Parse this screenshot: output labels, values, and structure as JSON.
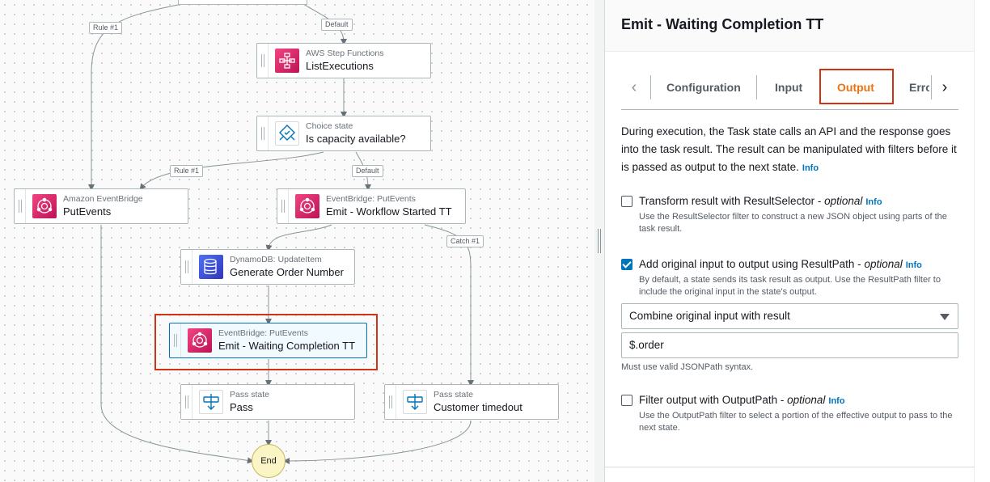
{
  "canvas": {
    "edge_labels": {
      "rule1_top": "Rule #1",
      "default_top": "Default",
      "rule1_mid": "Rule #1",
      "default_mid": "Default",
      "catch1": "Catch #1"
    },
    "nodes": {
      "list_executions": {
        "kind": "AWS Step Functions",
        "name": "ListExecutions",
        "icon": "step-functions-icon"
      },
      "choice": {
        "kind": "Choice state",
        "name": "Is capacity available?",
        "icon": "choice-icon"
      },
      "put_events": {
        "kind": "Amazon EventBridge",
        "name": "PutEvents",
        "icon": "eventbridge-icon"
      },
      "workflow_started": {
        "kind": "EventBridge: PutEvents",
        "name": "Emit - Workflow Started TT",
        "icon": "eventbridge-icon"
      },
      "generate_order": {
        "kind": "DynamoDB: UpdateItem",
        "name": "Generate Order Number",
        "icon": "dynamodb-icon"
      },
      "waiting_completion": {
        "kind": "EventBridge: PutEvents",
        "name": "Emit - Waiting Completion TT",
        "icon": "eventbridge-icon"
      },
      "pass": {
        "kind": "Pass state",
        "name": "Pass",
        "icon": "pass-icon"
      },
      "customer_timedout": {
        "kind": "Pass state",
        "name": "Customer timedout",
        "icon": "pass-icon"
      }
    },
    "end_label": "End"
  },
  "panel": {
    "title": "Emit - Waiting Completion TT",
    "tabs": [
      {
        "label": "Configuration"
      },
      {
        "label": "Input"
      },
      {
        "label": "Output",
        "active": true
      },
      {
        "label": "Erro"
      }
    ],
    "intro": "During execution, the Task state calls an API and the response goes into the task result. The result can be manipulated with filters before it is passed as output to the next state.",
    "info": "Info",
    "options": {
      "result_selector": {
        "label": "Transform result with ResultSelector - ",
        "optional": "optional",
        "checked": false,
        "desc": "Use the ResultSelector filter to construct a new JSON object using parts of the task result."
      },
      "result_path": {
        "label": "Add original input to output using ResultPath - ",
        "optional": "optional",
        "checked": true,
        "desc": "By default, a state sends its task result as output. Use the ResultPath filter to include the original input in the state's output."
      },
      "output_path": {
        "label": "Filter output with OutputPath - ",
        "optional": "optional",
        "checked": false,
        "desc": "Use the OutputPath filter to select a portion of the effective output to pass to the next state."
      }
    },
    "result_path_select": "Combine original input with result",
    "result_path_value": "$.order",
    "result_path_hint": "Must use valid JSONPath syntax."
  },
  "colors": {
    "accent": "#ec7211",
    "link": "#0073bb",
    "highlight": "#d13212",
    "eventbridge": "#e7157b",
    "dynamodb": "#3f48cc"
  }
}
